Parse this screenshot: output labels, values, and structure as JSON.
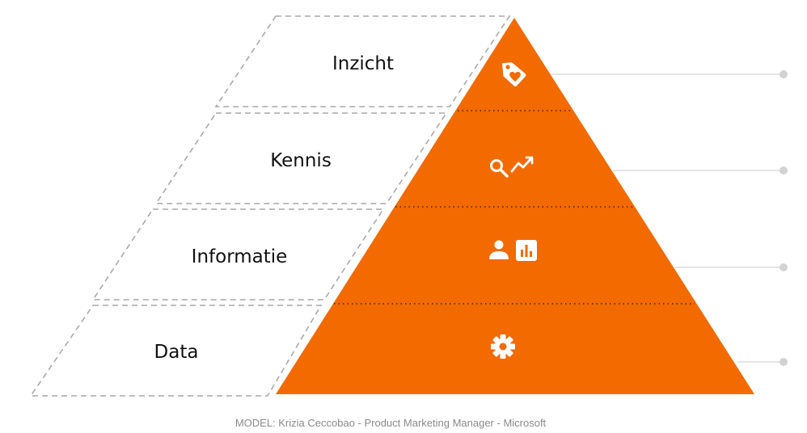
{
  "colors": {
    "pyramid": "#f26a00",
    "icon": "#ffffff",
    "dashed_outline": "#a9a9a9",
    "connector": "#dcdcdc",
    "connector_dot": "#d2d2d2",
    "divider": "#3a2a1a",
    "caption": "#8a8a8a"
  },
  "levels": [
    {
      "label": "Inzicht",
      "icon": "tag-heart-icon"
    },
    {
      "label": "Kennis",
      "icon": "search-trend-icon"
    },
    {
      "label": "Informatie",
      "icon": "person-chart-icon"
    },
    {
      "label": "Data",
      "icon": "gear-icon"
    }
  ],
  "caption": "MODEL: Krizia Ceccobao - Product Marketing Manager - Microsoft"
}
